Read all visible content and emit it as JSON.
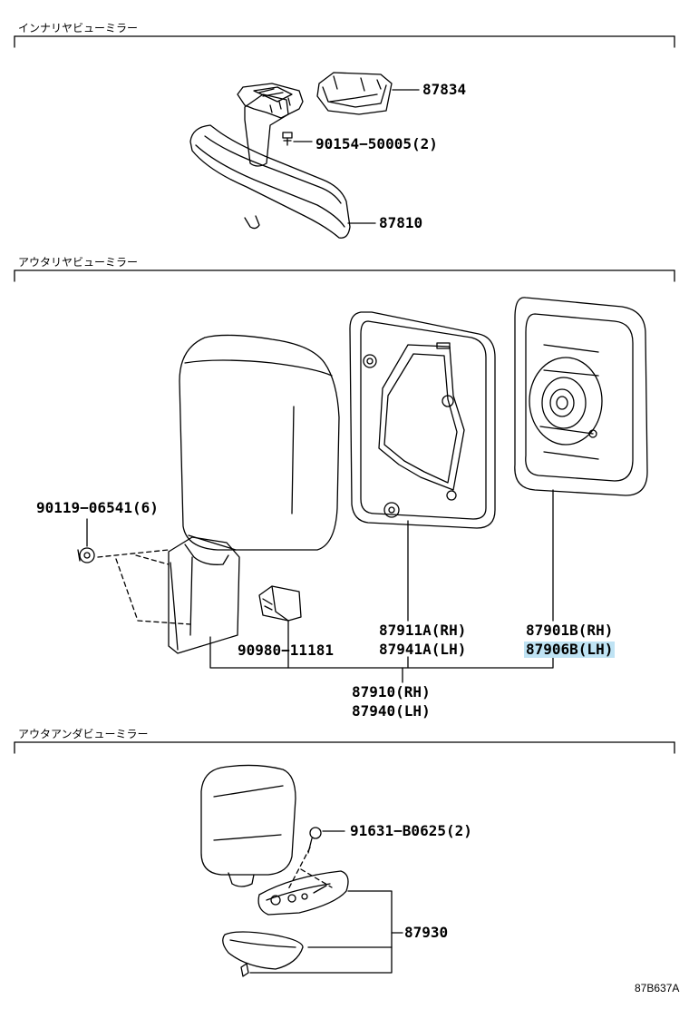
{
  "sections": [
    {
      "title": "インナリヤビューミラー"
    },
    {
      "title": "アウタリヤビューミラー"
    },
    {
      "title": "アウタアンダビューミラー"
    }
  ],
  "parts": {
    "p87834": "87834",
    "p90154": "90154−50005(2)",
    "p87810": "87810",
    "p90119": "90119−06541(6)",
    "p90980": "90980−11181",
    "p87911": "87911A(RH)",
    "p87941": "87941A(LH)",
    "p87901": "87901B(RH)",
    "p87906": "87906B(LH)",
    "p87910": "87910(RH)",
    "p87940": "87940(LH)",
    "p91631": "91631−B0625(2)",
    "p87930": "87930"
  },
  "highlight_color": "#bfe3f4",
  "diagram_code": "87B637A"
}
